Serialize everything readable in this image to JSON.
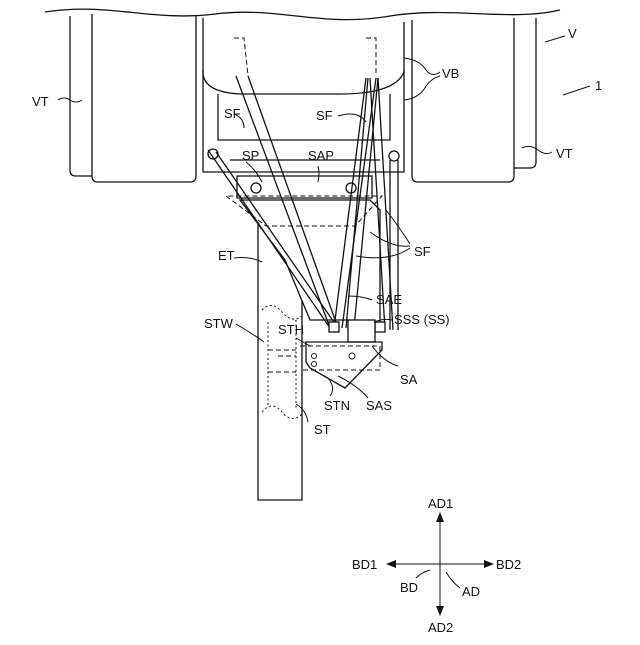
{
  "figure": {
    "labels": {
      "V": "V",
      "one": "1",
      "VT_left": "VT",
      "VT_right": "VT",
      "VB": "VB",
      "SF_top_left": "SF",
      "SF_top_mid": "SF",
      "SF_right": "SF",
      "SP": "SP",
      "SAP": "SAP",
      "ET": "ET",
      "SAE": "SAE",
      "SSS": "SSS (SS)",
      "STW": "STW",
      "STH": "STH",
      "SA": "SA",
      "STN": "STN",
      "SAS": "SAS",
      "ST": "ST"
    },
    "compass": {
      "AD1": "AD1",
      "AD2": "AD2",
      "BD1": "BD1",
      "BD2": "BD2",
      "BD": "BD",
      "AD": "AD"
    }
  }
}
